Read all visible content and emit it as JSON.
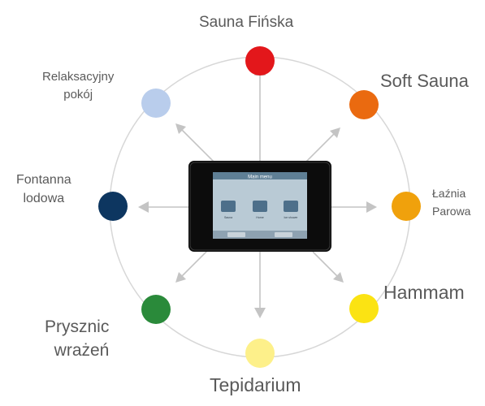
{
  "nodes": [
    {
      "id": "sauna-finska",
      "lines": [
        "Sauna Fińska"
      ],
      "color": "#e3171b"
    },
    {
      "id": "soft-sauna",
      "lines": [
        "Soft Sauna"
      ],
      "color": "#ea6a10"
    },
    {
      "id": "laznia-parowa",
      "lines": [
        "Łaźnia",
        "Parowa"
      ],
      "color": "#f0a10c"
    },
    {
      "id": "hammam",
      "lines": [
        "Hammam"
      ],
      "color": "#fbe313"
    },
    {
      "id": "tepidarium",
      "lines": [
        "Tepidarium"
      ],
      "color": "#fdf08a"
    },
    {
      "id": "prysznic",
      "lines": [
        "Prysznic",
        "wrażeń"
      ],
      "color": "#2a8a3a"
    },
    {
      "id": "fontanna",
      "lines": [
        "Fontanna",
        "lodowa"
      ],
      "color": "#0d3660"
    },
    {
      "id": "relaksacyjny",
      "lines": [
        "Relaksacyjny",
        "pokój"
      ],
      "color": "#b9cdec"
    }
  ],
  "device": {
    "screen_title": "Main menu",
    "tiles": [
      "Sauna",
      "Home",
      "Ice shower"
    ]
  },
  "colors": {
    "ring": "#d7d7d7",
    "arrow": "#c4c4c4",
    "label": "#5a5a5a"
  }
}
